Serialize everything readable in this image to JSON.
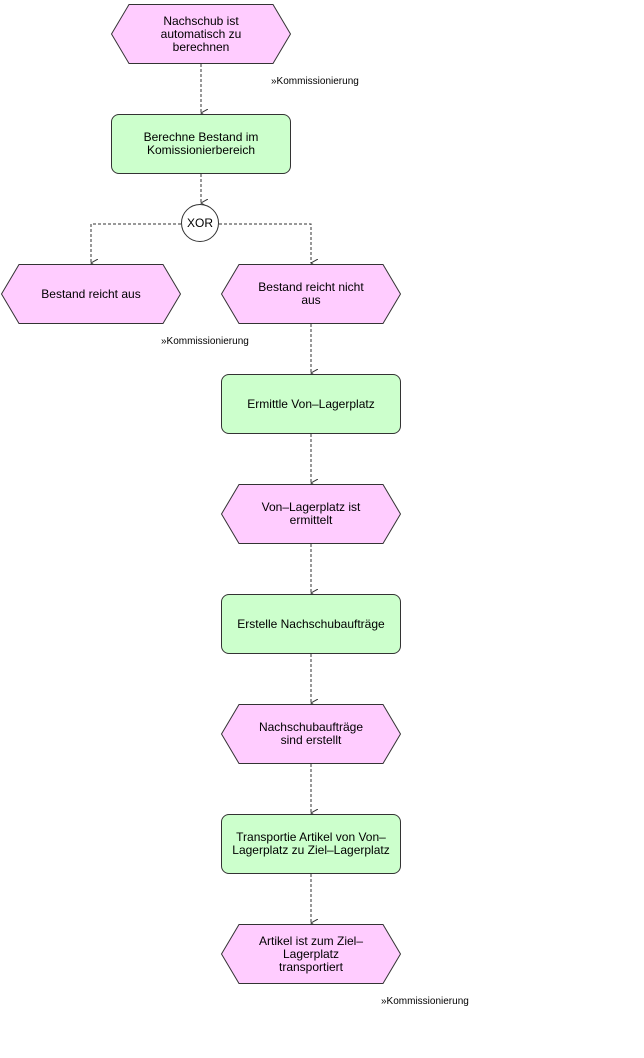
{
  "events": {
    "e1": "Nachschub ist automatisch zu berechnen",
    "e2": "Bestand reicht aus",
    "e3": "Bestand reicht nicht aus",
    "e4": "Von–Lagerplatz ist ermittelt",
    "e5": "Nachschubaufträge sind erstellt",
    "e6": "Artikel ist zum Ziel–Lagerplatz transportiert"
  },
  "functions": {
    "f1": "Berechne Bestand im Komissionierbereich",
    "f2": "Ermittle Von–Lagerplatz",
    "f3": "Erstelle Nachschubaufträge",
    "f4": "Transportie Artikel von Von–Lagerplatz zu Ziel–Lagerplatz"
  },
  "connector": {
    "label": "XOR"
  },
  "process_links": {
    "l1": "»Kommissionierung",
    "l2": "»Kommissionierung",
    "l3": "»Kommissionierung"
  },
  "colors": {
    "event": "#ffccff",
    "function": "#ccffcc",
    "stroke": "#333333"
  }
}
